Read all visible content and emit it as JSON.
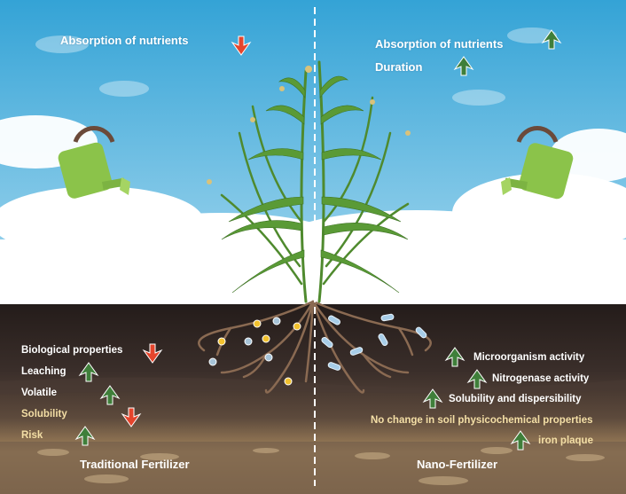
{
  "left_panel": {
    "title": "Traditional Fertilizer",
    "sky_labels": [
      {
        "text": "Absorption of nutrients",
        "trend": "down"
      }
    ],
    "soil_labels": [
      {
        "text": "Biological properties",
        "trend": "down"
      },
      {
        "text": "Leaching",
        "trend": "up"
      },
      {
        "text": "Volatile",
        "trend": "up"
      },
      {
        "text": "Solubility",
        "trend": "down"
      },
      {
        "text": "Risk",
        "trend": "up"
      }
    ]
  },
  "right_panel": {
    "title": "Nano-Fertilizer",
    "sky_labels": [
      {
        "text": "Absorption of nutrients",
        "trend": "up"
      },
      {
        "text": "Duration",
        "trend": "up"
      }
    ],
    "soil_labels": [
      {
        "text": "Microorganism activity",
        "trend": "up"
      },
      {
        "text": "Nitrogenase activity",
        "trend": "up"
      },
      {
        "text": "Solubility and dispersibility",
        "trend": "up"
      },
      {
        "text": "No change in soil physicochemical properties",
        "trend": "none"
      },
      {
        "text": "iron plaque",
        "trend": "up"
      }
    ]
  },
  "colors": {
    "sky_top": "#3aa8d8",
    "sky_bottom": "#9ed3ee",
    "soil_dark": "#2b2220",
    "soil_mid": "#5a4638",
    "soil_light": "#a88a62",
    "arrow_up": "#3f7f3a",
    "arrow_down": "#e5452c",
    "can_green": "#8bc34a",
    "plant_green": "#4f8a2e",
    "root_brown": "#8a6a52"
  }
}
